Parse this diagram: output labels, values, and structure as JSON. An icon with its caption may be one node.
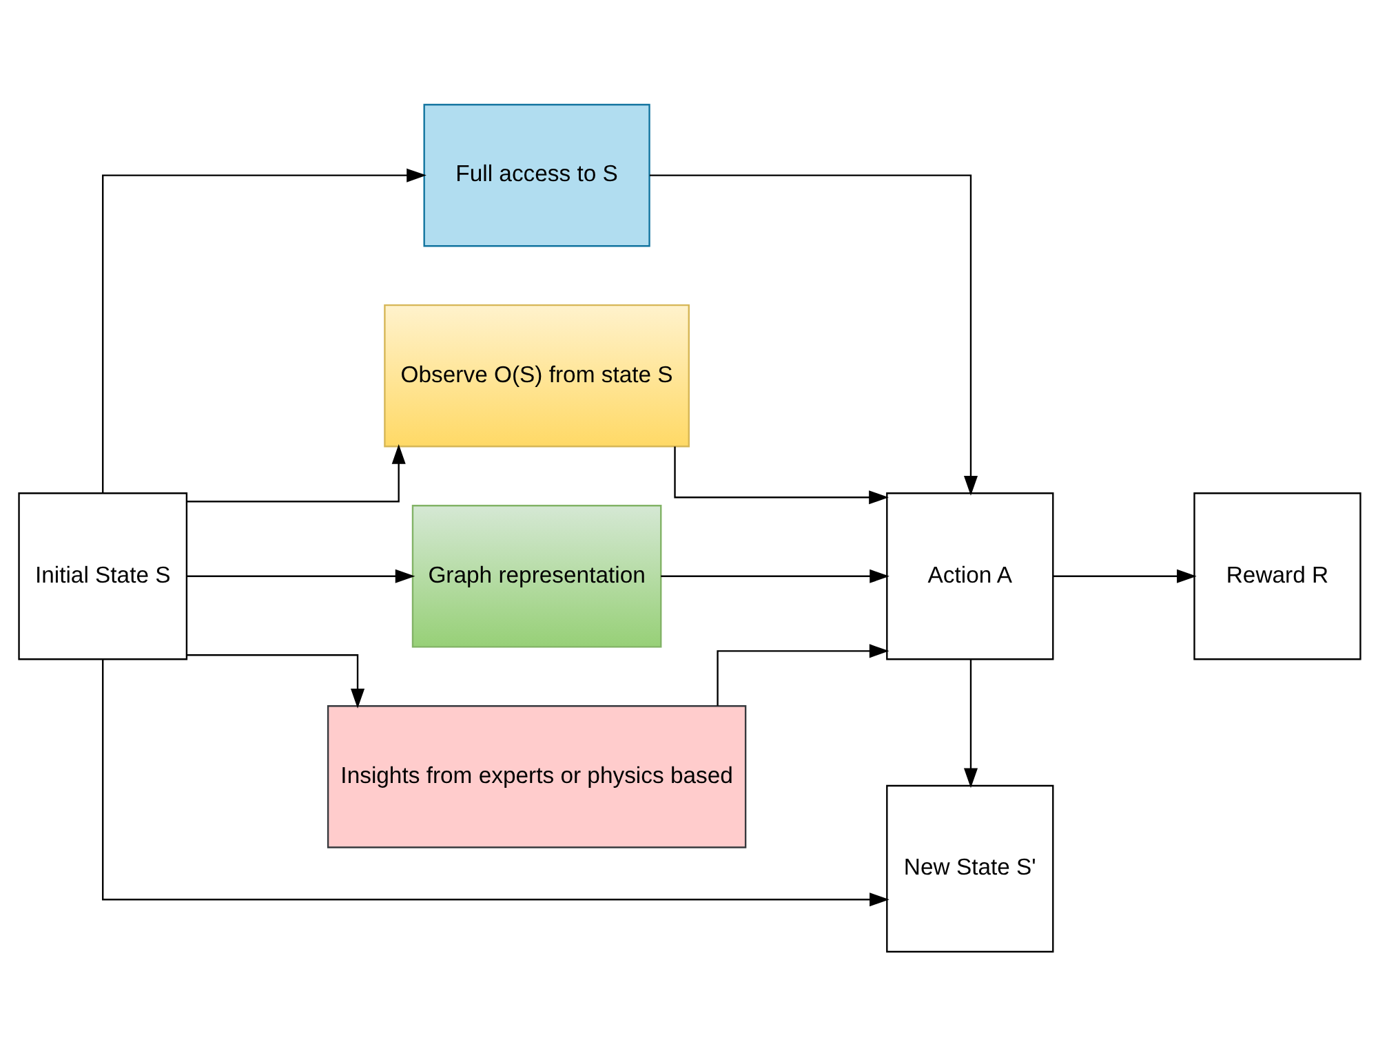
{
  "diagram": {
    "nodes": [
      {
        "text": [
          "Initial State S"
        ]
      },
      {
        "text": [
          "Full access to S"
        ]
      },
      {
        "text": [
          "Observe O(S) from state S"
        ]
      },
      {
        "text": [
          "Graph representation"
        ]
      },
      {
        "text": [
          "Insights from experts or physics based"
        ]
      },
      {
        "text": [
          "Action A"
        ]
      },
      {
        "text": [
          "Reward R"
        ]
      },
      {
        "text": [
          "New State S'"
        ]
      }
    ],
    "edges": [
      {
        "from": 0,
        "to": 1,
        "arrow": "to"
      },
      {
        "from": 0,
        "to": 2,
        "arrow": "to"
      },
      {
        "from": 0,
        "to": 3,
        "arrow": "to"
      },
      {
        "from": 0,
        "to": 4,
        "arrow": "to"
      },
      {
        "from": 1,
        "to": 5,
        "arrow": "to"
      },
      {
        "from": 2,
        "to": 5,
        "arrow": "to"
      },
      {
        "from": 3,
        "to": 5,
        "arrow": "to"
      },
      {
        "from": 4,
        "to": 5,
        "arrow": "to"
      },
      {
        "from": 5,
        "to": 6,
        "arrow": "to"
      },
      {
        "from": 5,
        "to": 7,
        "arrow": "to"
      },
      {
        "from": 0,
        "to": 7,
        "arrow": "to"
      }
    ]
  }
}
